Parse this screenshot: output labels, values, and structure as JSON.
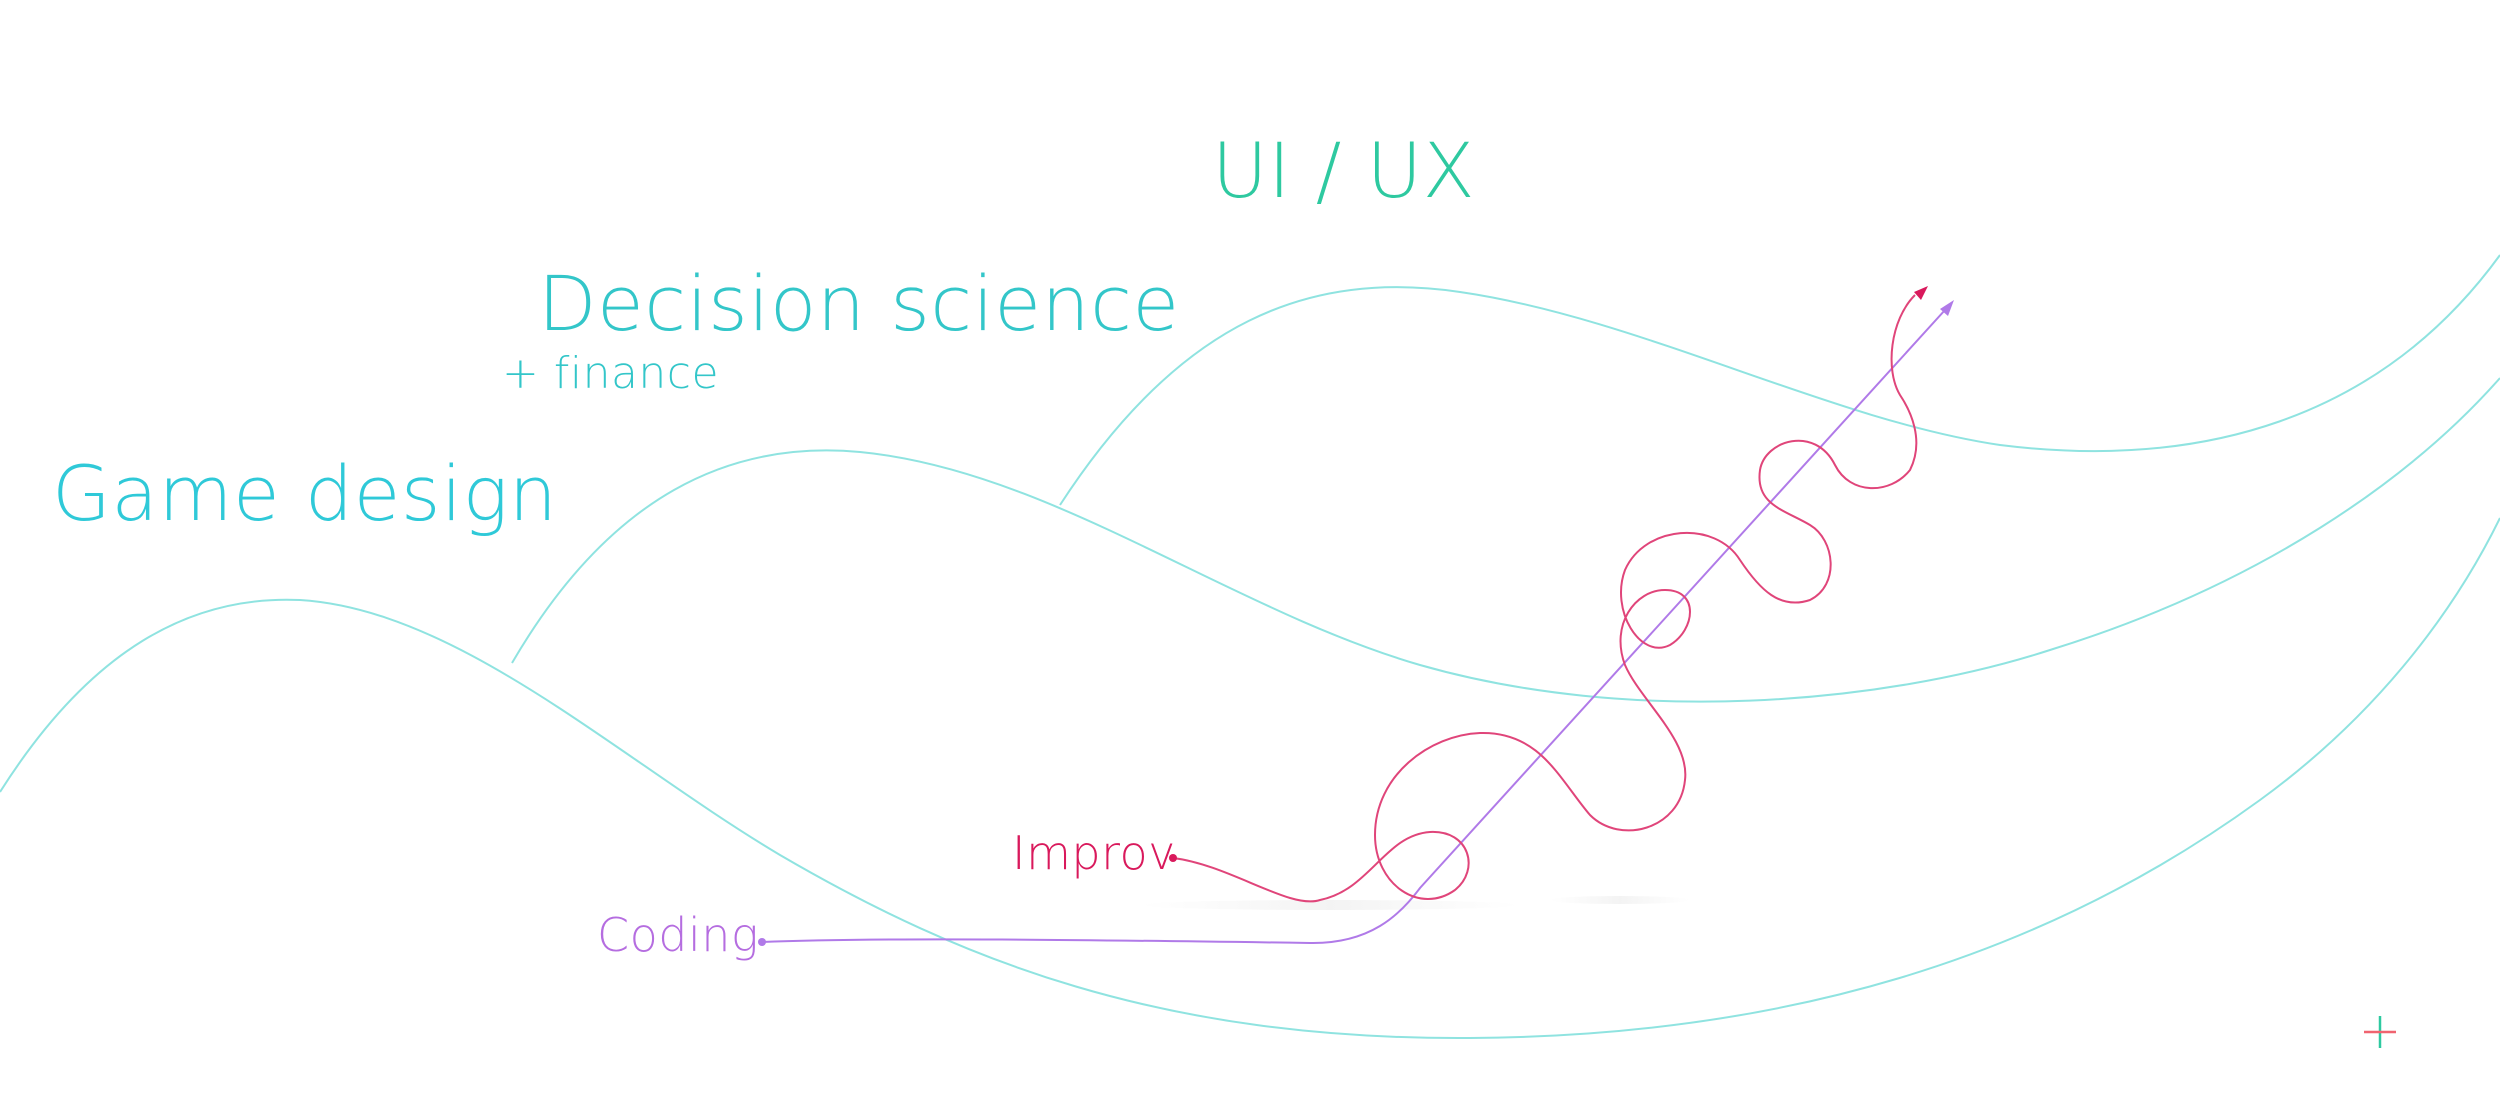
{
  "labels": {
    "ui_ux": "UI / UX",
    "decision_science": "Decision science",
    "finance": "+ finance",
    "game_design": "Game design",
    "improv": "Improv",
    "coding": "Coding"
  },
  "colors": {
    "ui_ux": "#2ec9a0",
    "decision_science": "#33c6c9",
    "finance": "#33c6c9",
    "game_design": "#2fc9d8",
    "waves": "#8fe3e0",
    "improv": "#d9195c",
    "improv_line": "#e0457a",
    "coding": "#b56de0",
    "coding_line": "#b07ae8",
    "plus_vertical": "#2ec9a0",
    "plus_horizontal": "#f06470"
  },
  "icons": {
    "corner_mark": "plus-icon"
  }
}
